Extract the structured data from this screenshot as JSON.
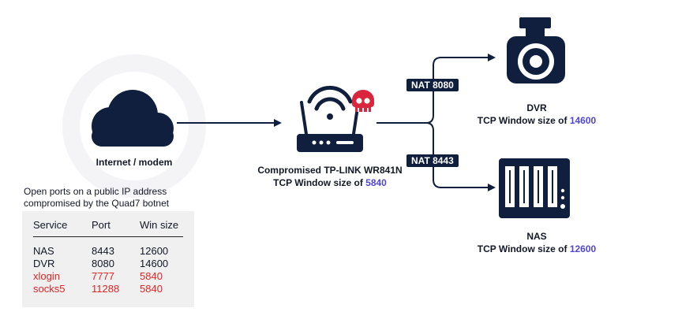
{
  "nodes": {
    "internet": {
      "label": "Internet / modem"
    },
    "router": {
      "line1": "Compromised TP-LINK WR841N",
      "line2_prefix": "TCP Window size of ",
      "window": "5840"
    },
    "dvr": {
      "line1": "DVR",
      "line2_prefix": "TCP Window size of ",
      "window": "14600"
    },
    "nas": {
      "line1": "NAS",
      "line2_prefix": "TCP Window size of ",
      "window": "12600"
    }
  },
  "nat": {
    "top": "NAT 8080",
    "bottom": "NAT 8443"
  },
  "ports": {
    "caption_line1": "Open ports on a public IP address",
    "caption_line2": "compromised by the Quad7 botnet",
    "headers": [
      "Service",
      "Port",
      "Win size"
    ],
    "rows": [
      {
        "service": "NAS",
        "port": "8443",
        "win": "12600",
        "flagged": false
      },
      {
        "service": "DVR",
        "port": "8080",
        "win": "14600",
        "flagged": false
      },
      {
        "service": "xlogin",
        "port": "7777",
        "win": "5840",
        "flagged": true
      },
      {
        "service": "socks5",
        "port": "11288",
        "win": "5840",
        "flagged": true
      }
    ]
  },
  "colors": {
    "dark": "#0f1f3d",
    "accent": "#5046d6",
    "alert": "#e02424",
    "skull": "#d7263d"
  }
}
